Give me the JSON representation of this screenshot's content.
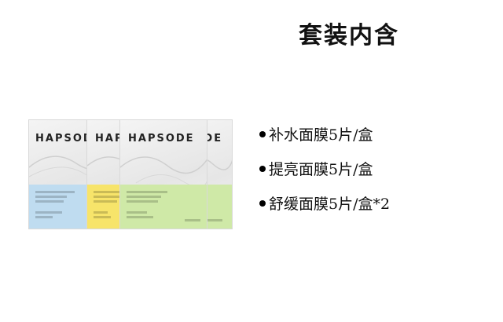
{
  "title": "套装内含",
  "products": {
    "brand": "HAPSODE",
    "boxes": [
      {
        "brand_visible": "HAPSODE",
        "band_color": "#bfdcf0"
      },
      {
        "brand_visible": "HAPS",
        "band_color": "#f7e46a"
      },
      {
        "brand_visible": "HAPSODE",
        "band_color": "#cfe9a7"
      },
      {
        "brand_visible": "SODE",
        "band_color": "#cfe9a7"
      }
    ]
  },
  "items": [
    {
      "text": "补水面膜5片/盒"
    },
    {
      "text": "提亮面膜5片/盒"
    },
    {
      "text": "舒缓面膜5片/盒*2"
    }
  ]
}
